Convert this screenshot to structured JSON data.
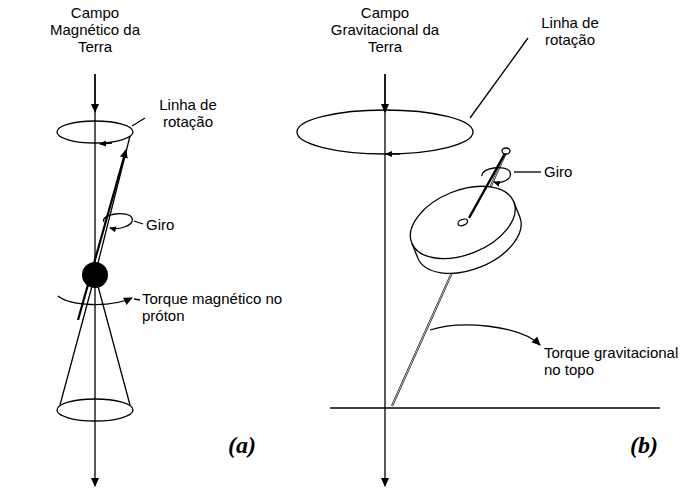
{
  "diagram": {
    "labels": [
      "Campo Magnético da Terra",
      "Linha de rotação",
      "Giro",
      "Torque magnético no próton",
      "(a)",
      "Campo Gravitacional da Terra",
      "Linha de rotação",
      "Giro",
      "Torque gravitacional no topo",
      "(b)"
    ]
  }
}
